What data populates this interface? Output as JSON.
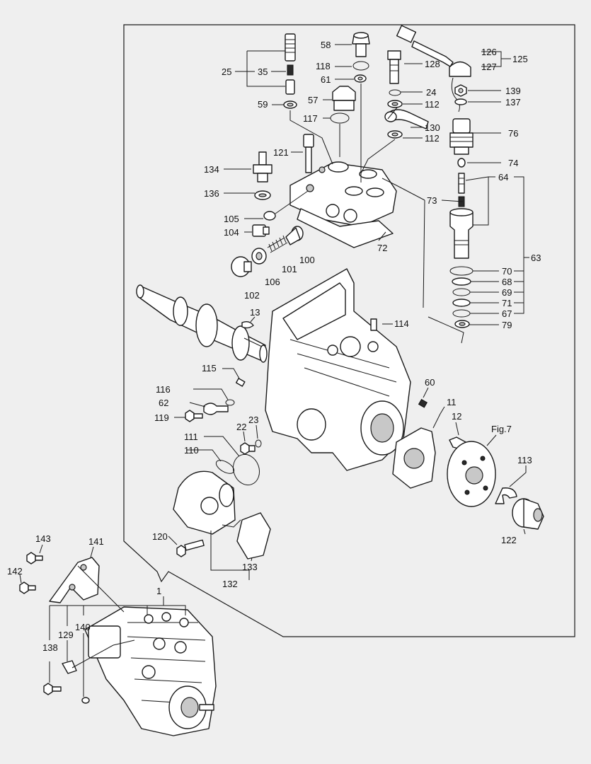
{
  "labels": {
    "l1": "1",
    "l11": "11",
    "l12": "12",
    "l13": "13",
    "l22": "22",
    "l23": "23",
    "l24": "24",
    "l25": "25",
    "l35": "35",
    "l57": "57",
    "l58": "58",
    "l59": "59",
    "l60": "60",
    "l61": "61",
    "l62": "62",
    "l63": "63",
    "l64": "64",
    "l67": "67",
    "l68": "68",
    "l69": "69",
    "l70": "70",
    "l71": "71",
    "l72": "72",
    "l73": "73",
    "l74": "74",
    "l76": "76",
    "l79": "79",
    "l100": "100",
    "l101": "101",
    "l102": "102",
    "l104": "104",
    "l105": "105",
    "l106": "106",
    "l110": "110",
    "l111": "111",
    "l112a": "112",
    "l112b": "112",
    "l113": "113",
    "l114": "114",
    "l115": "115",
    "l116": "116",
    "l117": "117",
    "l118": "118",
    "l119": "119",
    "l120": "120",
    "l121": "121",
    "l122": "122",
    "l125": "125",
    "l126": "126",
    "l127": "127",
    "l128": "128",
    "l129": "129",
    "l130": "130",
    "l132": "132",
    "l133": "133",
    "l134": "134",
    "l136": "136",
    "l137": "137",
    "l138": "138",
    "l139": "139",
    "l140": "140",
    "l141": "141",
    "l142": "142",
    "l143": "143",
    "fig7": "Fig.7"
  }
}
